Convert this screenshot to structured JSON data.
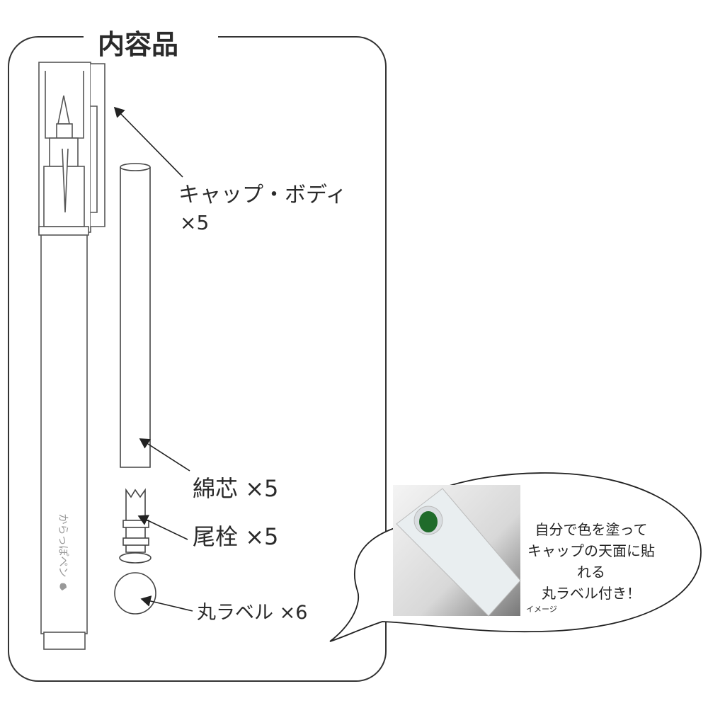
{
  "title": "内容品",
  "items": [
    {
      "name": "キャップ・ボディ",
      "qty": "×5"
    },
    {
      "name": "綿芯",
      "qty": "×5"
    },
    {
      "name": "尾栓",
      "qty": "×5"
    },
    {
      "name": "丸ラベル",
      "qty": "×6"
    }
  ],
  "pen_logo_text": "からっぽペン",
  "callout": {
    "lines": [
      "自分で色を塗って",
      "キャップの天面に貼れる",
      "丸ラベル付き！"
    ],
    "image_caption": "イメージ",
    "label_color": "#1f6b2a"
  }
}
